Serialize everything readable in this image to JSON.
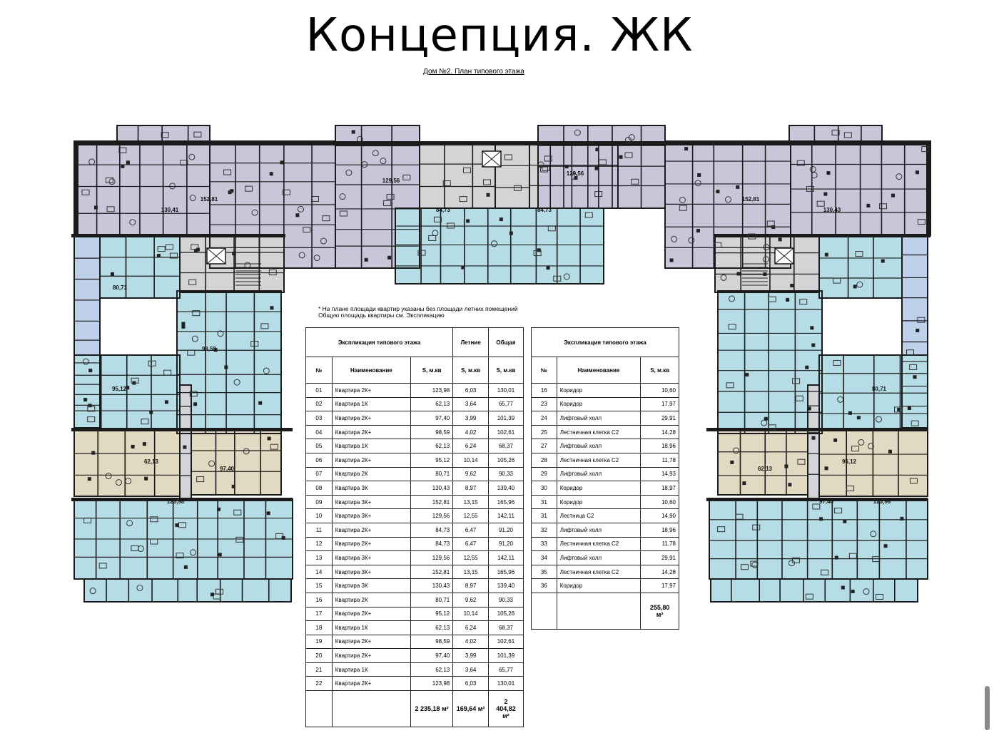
{
  "page": {
    "title": "Концепция. ЖК",
    "subtitle": "Дом №2. План типового этажа",
    "note": [
      "* На плане площади квартир указаны без площади летних помещений",
      "Общую площадь квартиры см. Экспликацию"
    ]
  },
  "colors": {
    "lilac": "#c9c6da",
    "teal": "#b6dde6",
    "blue": "#bfd0ea",
    "beige": "#e1d9c2",
    "grey": "#d4d4d6",
    "wall": "#1b1b1b",
    "table_border": "#222222"
  },
  "icons": [
    "stair-icon",
    "elevator-icon",
    "furniture-icon"
  ],
  "explication_left": {
    "title": "Экспликация типового этажа",
    "col_summer": "Летние",
    "col_total": "Общая",
    "headers": [
      "№",
      "Наименование",
      "S, м.кв",
      "S, м.кв",
      "S, м.кв"
    ],
    "rows": [
      [
        "01",
        "Квартира 2К+",
        "123,98",
        "6,03",
        "130,01"
      ],
      [
        "02",
        "Квартира 1К",
        "62,13",
        "3,64",
        "65,77"
      ],
      [
        "03",
        "Квартира 2К+",
        "97,40",
        "3,99",
        "101,39"
      ],
      [
        "04",
        "Квартира 2К+",
        "98,59",
        "4,02",
        "102,61"
      ],
      [
        "05",
        "Квартира 1К",
        "62,13",
        "6,24",
        "68,37"
      ],
      [
        "06",
        "Квартира 2К+",
        "95,12",
        "10,14",
        "105,26"
      ],
      [
        "07",
        "Квартира 2К",
        "80,71",
        "9,62",
        "90,33"
      ],
      [
        "08",
        "Квартира 3К",
        "130,43",
        "8,97",
        "139,40"
      ],
      [
        "09",
        "Квартира 3К+",
        "152,81",
        "13,15",
        "165,96"
      ],
      [
        "10",
        "Квартира 3К+",
        "129,56",
        "12,55",
        "142,11"
      ],
      [
        "11",
        "Квартира 2К+",
        "84,73",
        "6,47",
        "91,20"
      ],
      [
        "12",
        "Квартира 2К+",
        "84,73",
        "6,47",
        "91,20"
      ],
      [
        "13",
        "Квартира 3К+",
        "129,56",
        "12,55",
        "142,11"
      ],
      [
        "14",
        "Квартира 3К+",
        "152,81",
        "13,15",
        "165,96"
      ],
      [
        "15",
        "Квартира 3К",
        "130,43",
        "8,97",
        "139,40"
      ],
      [
        "16",
        "Квартира 2К",
        "80,71",
        "9,62",
        "90,33"
      ],
      [
        "17",
        "Квартира 2К+",
        "95,12",
        "10,14",
        "105,26"
      ],
      [
        "18",
        "Квартира 1К",
        "62,13",
        "6,24",
        "68,37"
      ],
      [
        "19",
        "Квартира 2К+",
        "98,59",
        "4,02",
        "102,61"
      ],
      [
        "20",
        "Квартира 2К+",
        "97,40",
        "3,99",
        "101,39"
      ],
      [
        "21",
        "Квартира 1К",
        "62,13",
        "3,64",
        "65,77"
      ],
      [
        "22",
        "Квартира 2К+",
        "123,98",
        "6,03",
        "130,01"
      ]
    ],
    "totals": {
      "area": "2 235,18 м²",
      "summer": "169,64 м²",
      "total_line1": "2",
      "total_line2": "404,82",
      "total_line3": "м²"
    }
  },
  "explication_right": {
    "title": "Экспликация типового этажа",
    "headers": [
      "№",
      "Наименование",
      "S, м.кв"
    ],
    "rows": [
      [
        "16",
        "Коридор",
        "10,60"
      ],
      [
        "23",
        "Коридор",
        "17,97"
      ],
      [
        "24",
        "Лифтовый холл",
        "29,91"
      ],
      [
        "25",
        "Лестничная клетка С2",
        "14,28"
      ],
      [
        "27",
        "Лифтовый холл",
        "18,96"
      ],
      [
        "28",
        "Лестничная клетка С2",
        "11,78"
      ],
      [
        "29",
        "Лифтовый холл",
        "14,93"
      ],
      [
        "30",
        "Коридор",
        "18,97"
      ],
      [
        "31",
        "Коридор",
        "10,60"
      ],
      [
        "31",
        "Лестница С2",
        "14,90"
      ],
      [
        "32",
        "Лифтовый холл",
        "18,96"
      ],
      [
        "33",
        "Лестничная клетка С2",
        "11,78"
      ],
      [
        "34",
        "Лифтовый холл",
        "29,91"
      ],
      [
        "35",
        "Лестничная клетка С2",
        "14,28"
      ],
      [
        "36",
        "Коридор",
        "17,97"
      ]
    ],
    "total_line1": "255,80",
    "total_line2": "м²"
  },
  "plan_labels": [
    "130,41",
    "152,81",
    "129,56",
    "84,73",
    "84,73",
    "129,56",
    "152,81",
    "130,43",
    "80,71",
    "95,12",
    "62,13",
    "98,59",
    "97,40",
    "123,98",
    "80,71",
    "95,12",
    "62,13",
    "97,40",
    "123,98"
  ]
}
